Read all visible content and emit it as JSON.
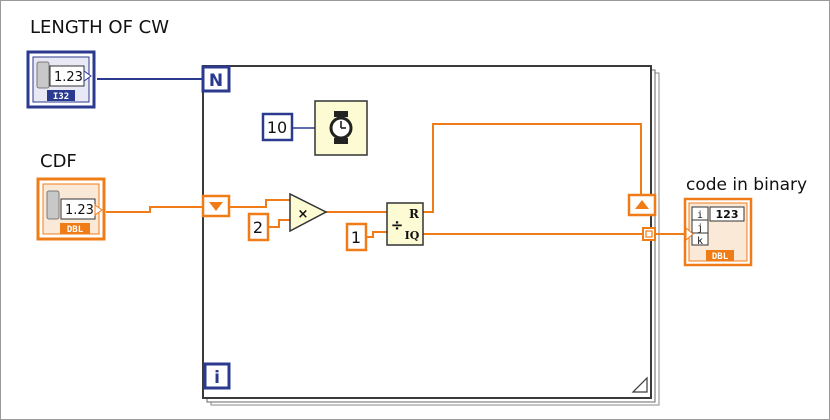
{
  "labels": {
    "length_of_cw": "LENGTH OF CW",
    "cdf": "CDF",
    "code_in_binary": "code in binary"
  },
  "controls": {
    "length_display": "1.23",
    "length_type": "I32",
    "cdf_display": "1.23",
    "cdf_type": "DBL",
    "output_display": "123",
    "output_type": "DBL",
    "output_rows": [
      "i",
      "j",
      "k"
    ]
  },
  "loop": {
    "count_terminal": "N",
    "iteration_terminal": "i"
  },
  "constants": {
    "wait_ms": "10",
    "multiplier": "2",
    "divisor": "1"
  },
  "nodes": {
    "multiply_symbol": "×",
    "quotient_r": "R",
    "quotient_iq": "IQ",
    "divide_symbol": "÷"
  },
  "colors": {
    "int_wire": "#2b3a8f",
    "dbl_wire": "#f07c18",
    "node_fill": "#fdfbd3",
    "loop_border": "#3a3a3a"
  }
}
